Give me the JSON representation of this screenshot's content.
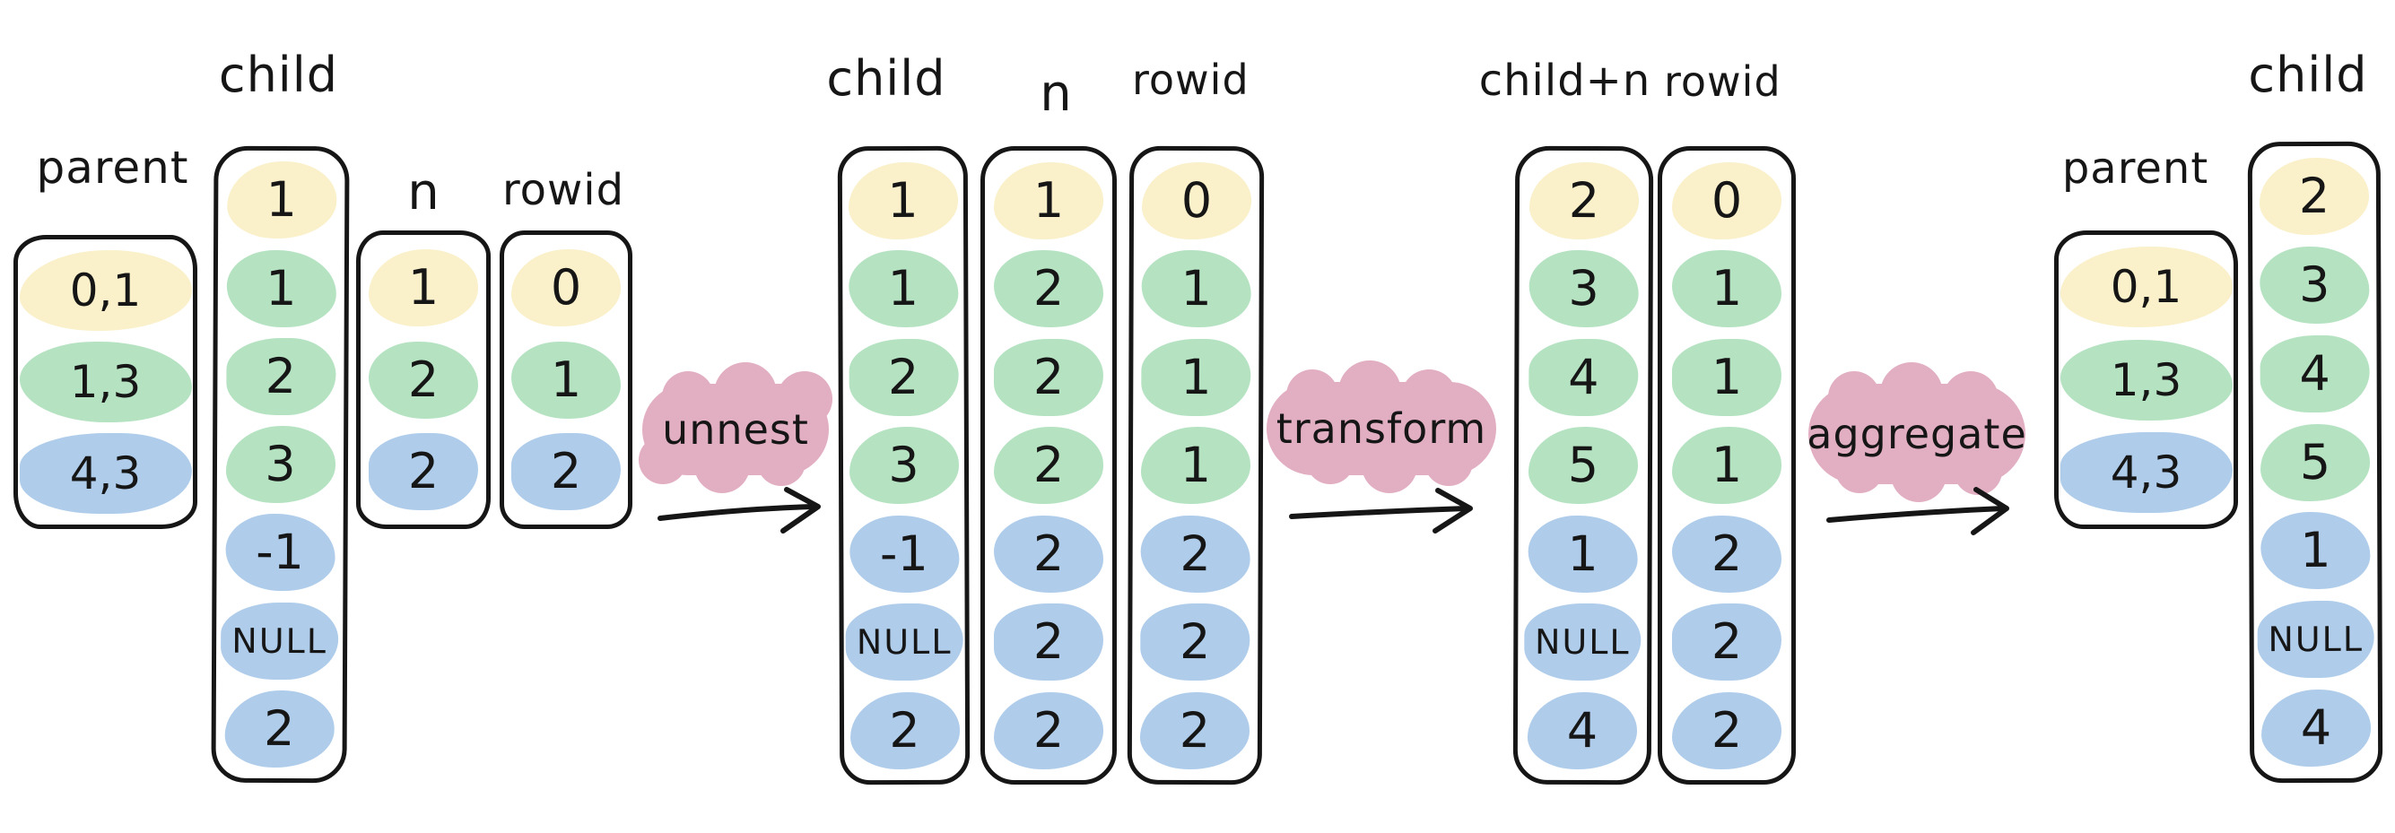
{
  "colors": {
    "yellow": "#faf0ca",
    "green": "#b5e3c2",
    "blue": "#afcdeb",
    "pink": "#e2aec2",
    "ink": "#161616"
  },
  "operations": [
    {
      "label": "unnest"
    },
    {
      "label": "transform"
    },
    {
      "label": "aggregate"
    }
  ],
  "stages": [
    {
      "name": "source",
      "columns": [
        {
          "label": "parent",
          "cells": [
            {
              "text": "0,1",
              "color": "yellow"
            },
            {
              "text": "1,3",
              "color": "green"
            },
            {
              "text": "4,3",
              "color": "blue"
            }
          ]
        },
        {
          "label": "child",
          "cells": [
            {
              "text": "1",
              "color": "yellow"
            },
            {
              "text": "1",
              "color": "green"
            },
            {
              "text": "2",
              "color": "green"
            },
            {
              "text": "3",
              "color": "green"
            },
            {
              "text": "-1",
              "color": "blue"
            },
            {
              "text": "NULL",
              "color": "blue"
            },
            {
              "text": "2",
              "color": "blue"
            }
          ]
        },
        {
          "label": "n",
          "cells": [
            {
              "text": "1",
              "color": "yellow"
            },
            {
              "text": "2",
              "color": "green"
            },
            {
              "text": "2",
              "color": "blue"
            }
          ]
        },
        {
          "label": "rowid",
          "cells": [
            {
              "text": "0",
              "color": "yellow"
            },
            {
              "text": "1",
              "color": "green"
            },
            {
              "text": "2",
              "color": "blue"
            }
          ]
        }
      ]
    },
    {
      "name": "unnested",
      "columns": [
        {
          "label": "child",
          "cells": [
            {
              "text": "1",
              "color": "yellow"
            },
            {
              "text": "1",
              "color": "green"
            },
            {
              "text": "2",
              "color": "green"
            },
            {
              "text": "3",
              "color": "green"
            },
            {
              "text": "-1",
              "color": "blue"
            },
            {
              "text": "NULL",
              "color": "blue"
            },
            {
              "text": "2",
              "color": "blue"
            }
          ]
        },
        {
          "label": "n",
          "cells": [
            {
              "text": "1",
              "color": "yellow"
            },
            {
              "text": "2",
              "color": "green"
            },
            {
              "text": "2",
              "color": "green"
            },
            {
              "text": "2",
              "color": "green"
            },
            {
              "text": "2",
              "color": "blue"
            },
            {
              "text": "2",
              "color": "blue"
            },
            {
              "text": "2",
              "color": "blue"
            }
          ]
        },
        {
          "label": "rowid",
          "cells": [
            {
              "text": "0",
              "color": "yellow"
            },
            {
              "text": "1",
              "color": "green"
            },
            {
              "text": "1",
              "color": "green"
            },
            {
              "text": "1",
              "color": "green"
            },
            {
              "text": "2",
              "color": "blue"
            },
            {
              "text": "2",
              "color": "blue"
            },
            {
              "text": "2",
              "color": "blue"
            }
          ]
        }
      ]
    },
    {
      "name": "transformed",
      "columns": [
        {
          "label": "child+n",
          "cells": [
            {
              "text": "2",
              "color": "yellow"
            },
            {
              "text": "3",
              "color": "green"
            },
            {
              "text": "4",
              "color": "green"
            },
            {
              "text": "5",
              "color": "green"
            },
            {
              "text": "1",
              "color": "blue"
            },
            {
              "text": "NULL",
              "color": "blue"
            },
            {
              "text": "4",
              "color": "blue"
            }
          ]
        },
        {
          "label": "rowid",
          "cells": [
            {
              "text": "0",
              "color": "yellow"
            },
            {
              "text": "1",
              "color": "green"
            },
            {
              "text": "1",
              "color": "green"
            },
            {
              "text": "1",
              "color": "green"
            },
            {
              "text": "2",
              "color": "blue"
            },
            {
              "text": "2",
              "color": "blue"
            },
            {
              "text": "2",
              "color": "blue"
            }
          ]
        }
      ]
    },
    {
      "name": "aggregated",
      "columns": [
        {
          "label": "parent",
          "cells": [
            {
              "text": "0,1",
              "color": "yellow"
            },
            {
              "text": "1,3",
              "color": "green"
            },
            {
              "text": "4,3",
              "color": "blue"
            }
          ]
        },
        {
          "label": "child",
          "cells": [
            {
              "text": "2",
              "color": "yellow"
            },
            {
              "text": "3",
              "color": "green"
            },
            {
              "text": "4",
              "color": "green"
            },
            {
              "text": "5",
              "color": "green"
            },
            {
              "text": "1",
              "color": "blue"
            },
            {
              "text": "NULL",
              "color": "blue"
            },
            {
              "text": "4",
              "color": "blue"
            }
          ]
        }
      ]
    }
  ]
}
